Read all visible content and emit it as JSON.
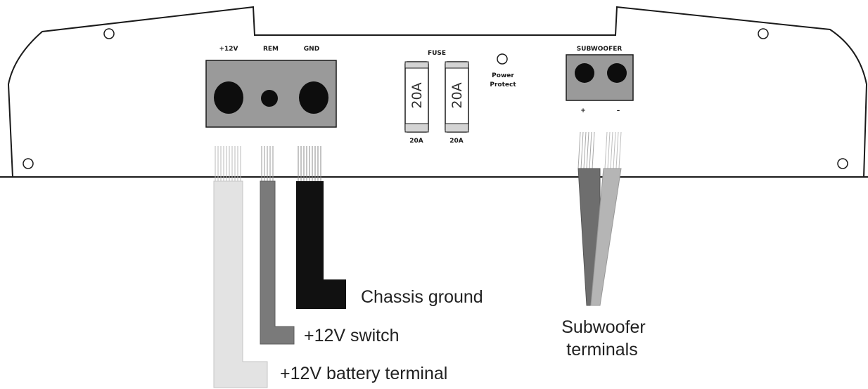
{
  "terminal_labels": {
    "plus12v": "+12V",
    "rem": "REM",
    "gnd": "GND"
  },
  "fuse": {
    "title": "FUSE",
    "fuse1_body": "20A",
    "fuse1_rating": "20A",
    "fuse2_body": "20A",
    "fuse2_rating": "20A"
  },
  "power_protect": {
    "line1": "Power",
    "line2": "Protect"
  },
  "subwoofer": {
    "title": "SUBWOOFER",
    "positive": "+",
    "negative": "–"
  },
  "callouts": {
    "chassis_ground": "Chassis ground",
    "switch_12v": "+12V switch",
    "battery_line": "+12V battery terminal",
    "subwoofer_line1": "Subwoofer",
    "subwoofer_line2": "terminals"
  },
  "colors": {
    "outline": "#1a1a1a",
    "terminal_block": "#9a9a9a",
    "battery_wire": "#e3e3e3",
    "switch_wire": "#7a7a7a",
    "ground_wire": "#111111",
    "sub_positive_wire": "#6e6e6e",
    "sub_negative_wire": "#b5b5b5"
  }
}
